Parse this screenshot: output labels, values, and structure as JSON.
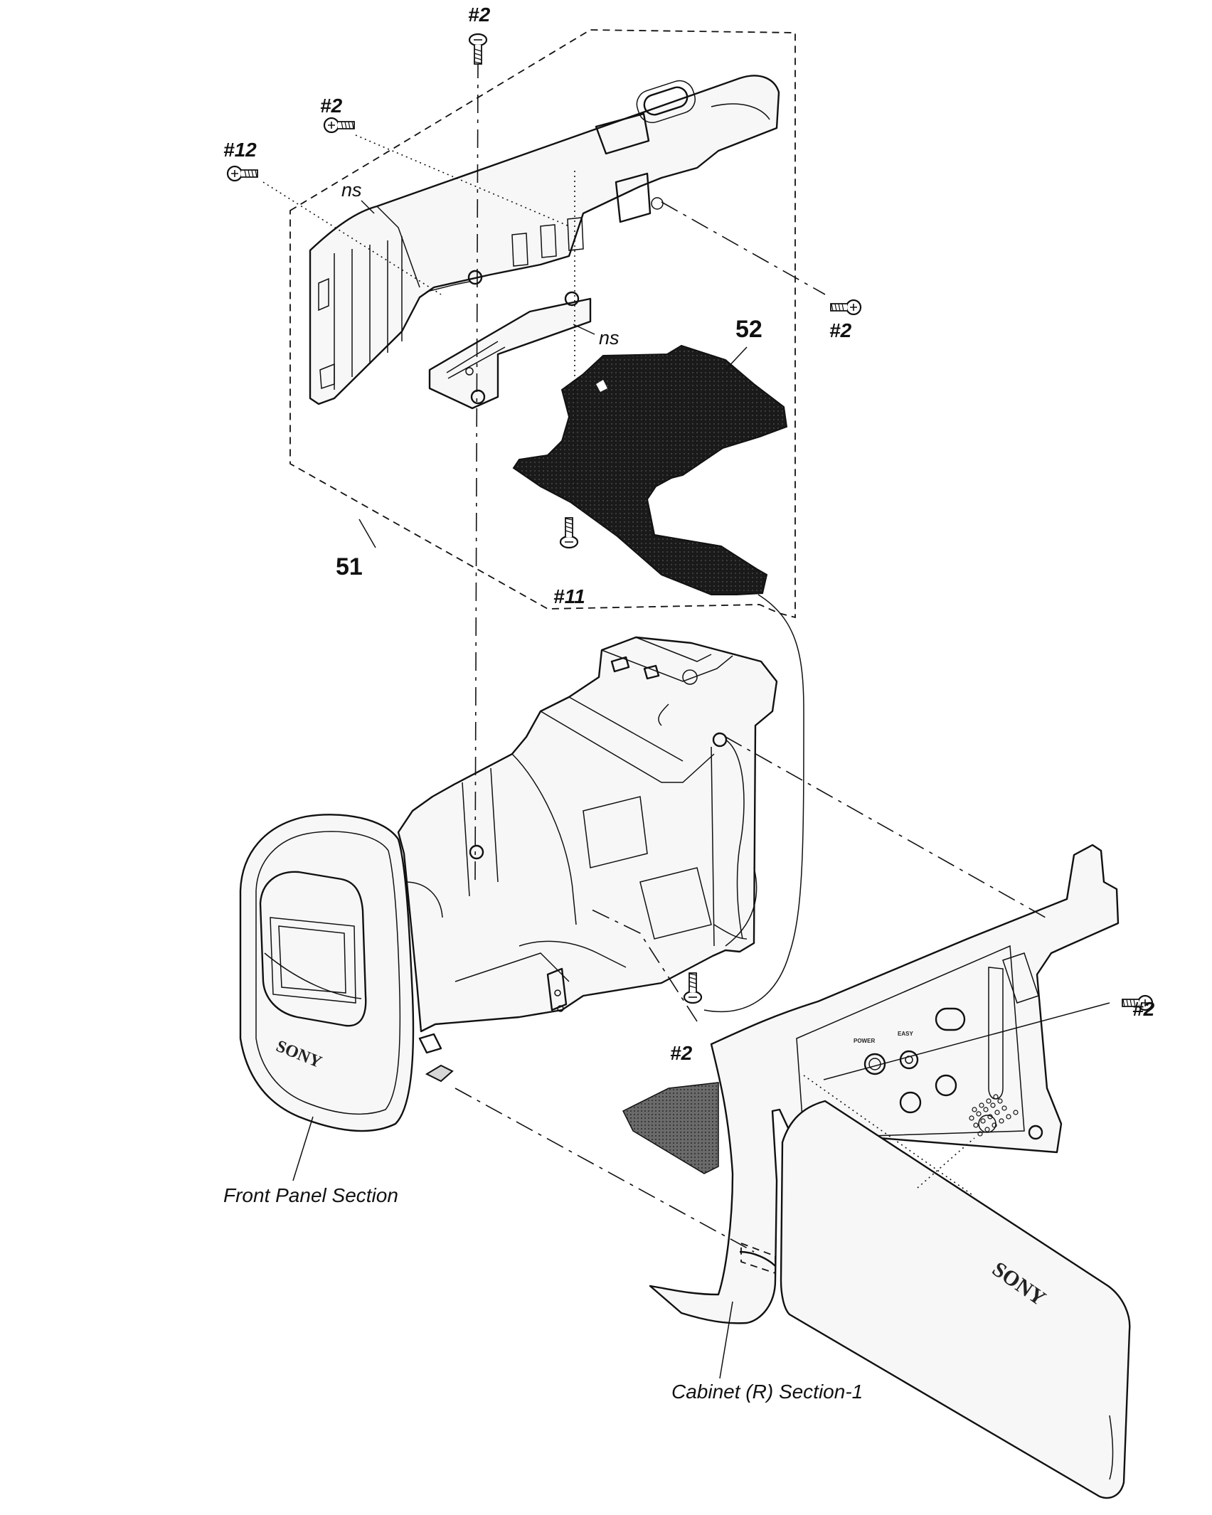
{
  "labels": {
    "screw_top": "#2",
    "screw_upper_left": "#2",
    "screw_far_left": "#12",
    "screw_upper_right": "#2",
    "screw_bottom_center": "#11",
    "screw_middle": "#2",
    "screw_right": "#2",
    "ns_upper": "ns",
    "ns_plate": "ns",
    "ref_52": "52",
    "ref_51": "51",
    "front_panel_section": "Front Panel Section",
    "cabinet_r_section": "Cabinet (R) Section-1",
    "brand_lens": "SONY",
    "brand_lcd": "SONY"
  },
  "colors": {
    "line": "#111111",
    "flex_board": "#1a1a1a",
    "paper": "#ffffff"
  }
}
